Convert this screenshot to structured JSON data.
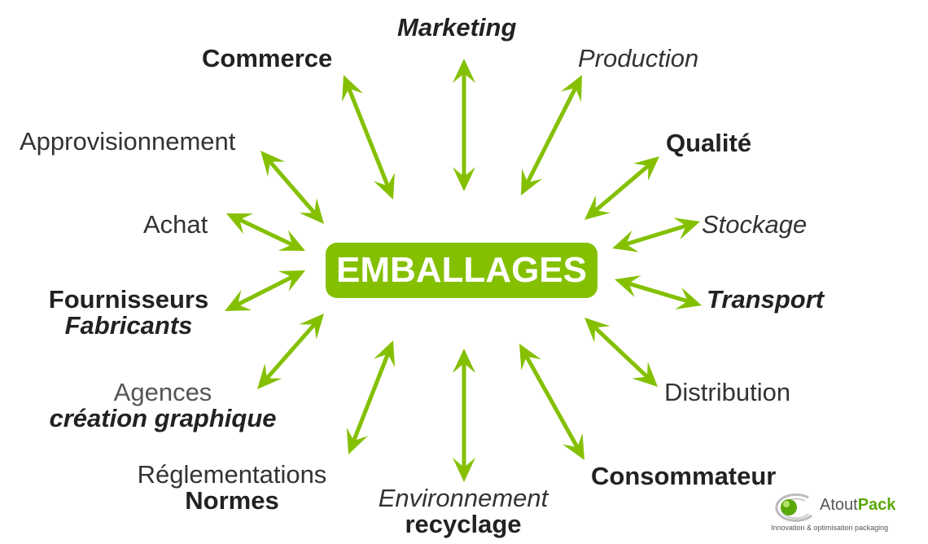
{
  "center": "EMBALLAGES",
  "labels": {
    "marketing": "Marketing",
    "commerce": "Commerce",
    "production": "Production",
    "approvisionnement": "Approvisionnement",
    "qualite": "Qualité",
    "achat": "Achat",
    "stockage": "Stockage",
    "fournisseurs": "Fournisseurs",
    "fabricants": "Fabricants",
    "transport": "Transport",
    "agences": "Agences",
    "creation": "création graphique",
    "distribution": "Distribution",
    "reglementations": "Réglementations",
    "normes": "Normes",
    "environnement": "Environnement",
    "recyclage": "recyclage",
    "consommateur": "Consommateur"
  },
  "logo": {
    "name_a": "Atout",
    "name_b": "Pack",
    "tagline": "Innovation & optimisation packaging"
  },
  "colors": {
    "accent": "#84c000",
    "text": "#222222"
  }
}
